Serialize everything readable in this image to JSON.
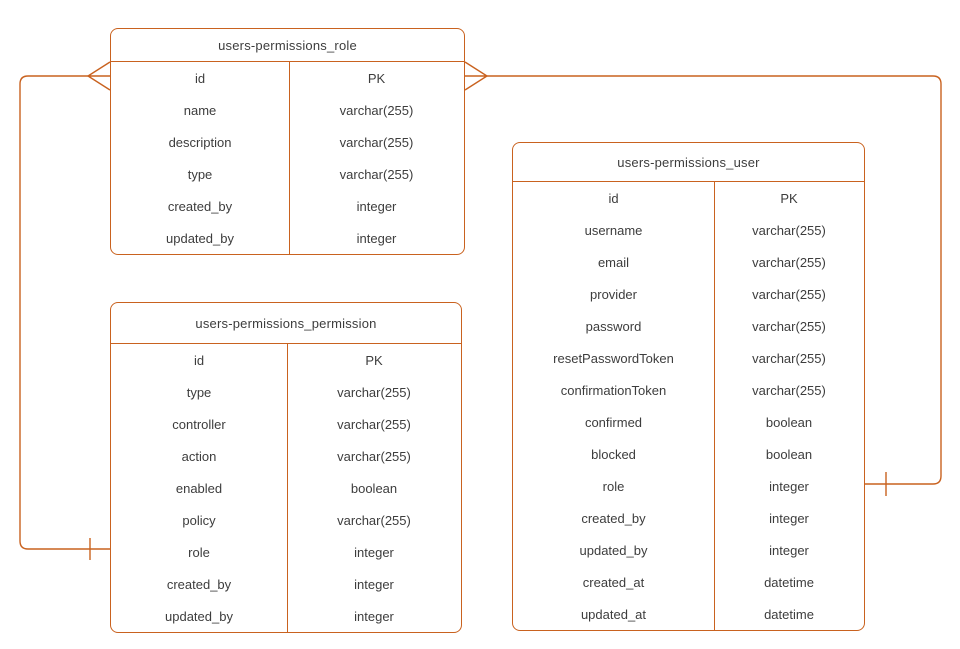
{
  "diagram": {
    "type": "entity-relationship",
    "colors": {
      "stroke": "#c9621f",
      "text": "#3d3d3d",
      "table_fill": "#ffffff",
      "background": "#ffffff"
    },
    "tables": [
      {
        "key": "role",
        "title": "users-permissions_role",
        "fields": [
          {
            "name": "id",
            "type": "PK"
          },
          {
            "name": "name",
            "type": "varchar(255)"
          },
          {
            "name": "description",
            "type": "varchar(255)"
          },
          {
            "name": "type",
            "type": "varchar(255)"
          },
          {
            "name": "created_by",
            "type": "integer"
          },
          {
            "name": "updated_by",
            "type": "integer"
          }
        ]
      },
      {
        "key": "permission",
        "title": "users-permissions_permission",
        "fields": [
          {
            "name": "id",
            "type": "PK"
          },
          {
            "name": "type",
            "type": "varchar(255)"
          },
          {
            "name": "controller",
            "type": "varchar(255)"
          },
          {
            "name": "action",
            "type": "varchar(255)"
          },
          {
            "name": "enabled",
            "type": "boolean"
          },
          {
            "name": "policy",
            "type": "varchar(255)"
          },
          {
            "name": "role",
            "type": "integer"
          },
          {
            "name": "created_by",
            "type": "integer"
          },
          {
            "name": "updated_by",
            "type": "integer"
          }
        ]
      },
      {
        "key": "user",
        "title": "users-permissions_user",
        "fields": [
          {
            "name": "id",
            "type": "PK"
          },
          {
            "name": "username",
            "type": "varchar(255)"
          },
          {
            "name": "email",
            "type": "varchar(255)"
          },
          {
            "name": "provider",
            "type": "varchar(255)"
          },
          {
            "name": "password",
            "type": "varchar(255)"
          },
          {
            "name": "resetPasswordToken",
            "type": "varchar(255)"
          },
          {
            "name": "confirmationToken",
            "type": "varchar(255)"
          },
          {
            "name": "confirmed",
            "type": "boolean"
          },
          {
            "name": "blocked",
            "type": "boolean"
          },
          {
            "name": "role",
            "type": "integer"
          },
          {
            "name": "created_by",
            "type": "integer"
          },
          {
            "name": "updated_by",
            "type": "integer"
          },
          {
            "name": "created_at",
            "type": "datetime"
          },
          {
            "name": "updated_at",
            "type": "datetime"
          }
        ]
      }
    ],
    "relationships": [
      {
        "from_table": "users-permissions_role",
        "from_field": "id",
        "from_cardinality": "many",
        "to_table": "users-permissions_permission",
        "to_field": "role",
        "to_cardinality": "one"
      },
      {
        "from_table": "users-permissions_role",
        "from_field": "id",
        "from_cardinality": "many",
        "to_table": "users-permissions_user",
        "to_field": "role",
        "to_cardinality": "one"
      }
    ]
  }
}
